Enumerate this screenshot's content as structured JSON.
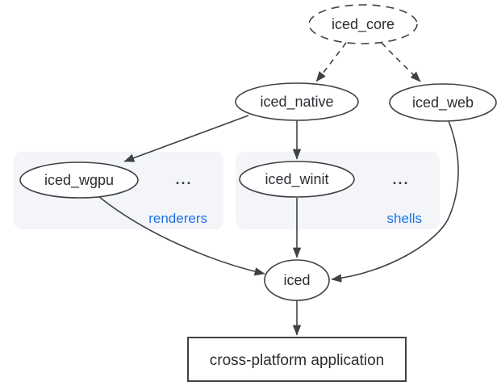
{
  "diagram": {
    "nodes": {
      "iced_core": {
        "label": "iced_core",
        "shape": "ellipse",
        "border": "dashed"
      },
      "iced_native": {
        "label": "iced_native",
        "shape": "ellipse",
        "border": "solid"
      },
      "iced_web": {
        "label": "iced_web",
        "shape": "ellipse",
        "border": "solid"
      },
      "iced_wgpu": {
        "label": "iced_wgpu",
        "shape": "ellipse",
        "border": "solid"
      },
      "iced_winit": {
        "label": "iced_winit",
        "shape": "ellipse",
        "border": "solid"
      },
      "iced": {
        "label": "iced",
        "shape": "ellipse",
        "border": "solid"
      },
      "app": {
        "label": "cross-platform application",
        "shape": "rectangle",
        "border": "solid"
      }
    },
    "groups": {
      "renderers": {
        "label": "renderers",
        "ellipsis": "...",
        "members": [
          "iced_wgpu"
        ]
      },
      "shells": {
        "label": "shells",
        "ellipsis": "...",
        "members": [
          "iced_winit"
        ]
      }
    },
    "edges": [
      {
        "from": "iced_core",
        "to": "iced_native",
        "style": "dashed"
      },
      {
        "from": "iced_core",
        "to": "iced_web",
        "style": "dashed"
      },
      {
        "from": "iced_native",
        "to": "iced_wgpu",
        "style": "solid"
      },
      {
        "from": "iced_native",
        "to": "iced_winit",
        "style": "solid"
      },
      {
        "from": "iced_wgpu",
        "to": "iced",
        "style": "solid"
      },
      {
        "from": "iced_winit",
        "to": "iced",
        "style": "solid"
      },
      {
        "from": "iced_web",
        "to": "iced",
        "style": "solid"
      },
      {
        "from": "iced",
        "to": "app",
        "style": "solid"
      }
    ],
    "colors": {
      "background": "#ffffff",
      "stroke": "#3f4245",
      "text": "#2b2e33",
      "accent_blue": "#1a73e8",
      "group_fill": "#f3f5f8",
      "node_fill": "#ffffff"
    }
  }
}
